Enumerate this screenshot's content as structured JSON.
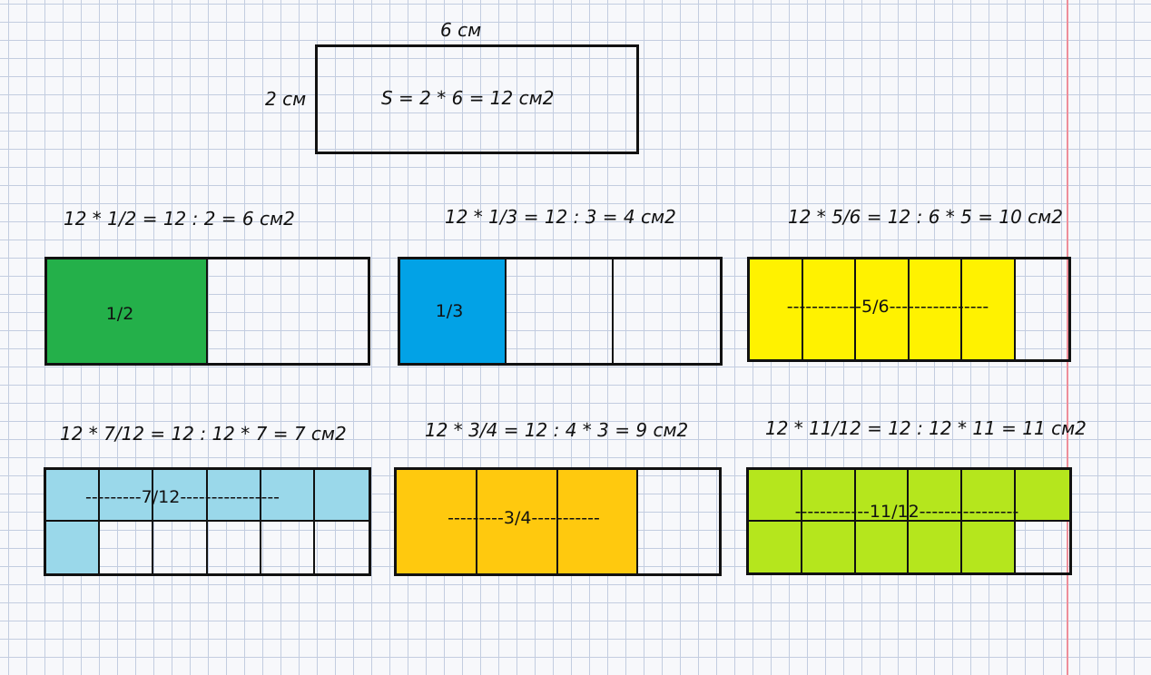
{
  "colors": {
    "half": "#24b04a",
    "third": "#02a2e6",
    "five_sixths": "#fff200",
    "seven_twelfths": "#9ad8ea",
    "three_quarters": "#ffc90e",
    "eleven_twelfths": "#b5e61d"
  },
  "main_rect": {
    "width_label": "6 см",
    "height_label": "2 см",
    "area_formula": "S = 2 * 6 = 12 см2"
  },
  "diagrams": [
    {
      "id": "half",
      "formula": "12 * 1/2 = 12 : 2 = 6 см2",
      "label": "1/2",
      "rows": 1,
      "cols": 2,
      "filled": 1,
      "fill_color_key": "half"
    },
    {
      "id": "third",
      "formula": "12 * 1/3 = 12 : 3 = 4 см2",
      "label": "1/3",
      "rows": 1,
      "cols": 3,
      "filled": 1,
      "fill_color_key": "third"
    },
    {
      "id": "five_sixths",
      "formula": "12 * 5/6 = 12 : 6 * 5 = 10 см2",
      "label": "------------5/6----------------",
      "rows": 1,
      "cols": 6,
      "filled": 5,
      "fill_color_key": "five_sixths"
    },
    {
      "id": "seven_twelfths",
      "formula": "12 * 7/12 = 12 : 12 * 7 = 7 см2",
      "label": "---------7/12----------------",
      "rows": 2,
      "cols": 6,
      "filled": 7,
      "fill_color_key": "seven_twelfths"
    },
    {
      "id": "three_quarters",
      "formula": "12 * 3/4 = 12 : 4 * 3 = 9 см2",
      "label": "---------3/4-----------",
      "rows": 1,
      "cols": 4,
      "filled": 3,
      "fill_color_key": "three_quarters"
    },
    {
      "id": "eleven_twelfths",
      "formula": "12 * 11/12 = 12 : 12 * 11 = 11 см2",
      "label": "------------11/12----------------",
      "rows": 2,
      "cols": 6,
      "filled": 11,
      "fill_color_key": "eleven_twelfths"
    }
  ]
}
